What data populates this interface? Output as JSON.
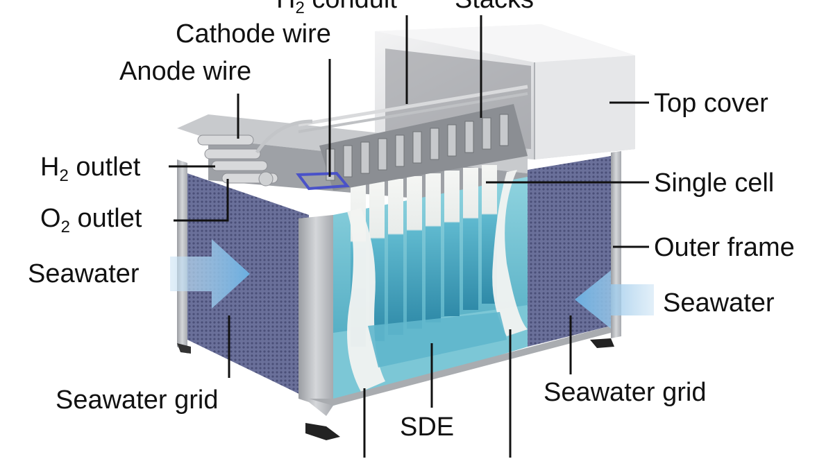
{
  "labels": {
    "h2_conduit": {
      "main": "H",
      "sub": "2",
      "rest": " conduit"
    },
    "stacks": "Stacks",
    "cathode_wire": "Cathode wire",
    "anode_wire": "Anode wire",
    "top_cover": "Top cover",
    "h2_outlet": {
      "main": "H",
      "sub": "2",
      "rest": " outlet"
    },
    "single_cell": "Single cell",
    "o2_outlet": {
      "main": "O",
      "sub": "2",
      "rest": " outlet"
    },
    "outer_frame": "Outer frame",
    "seawater_left": "Seawater",
    "seawater_right": "Seawater",
    "seawater_grid_left": "Seawater grid",
    "seawater_grid_right": "Seawater grid",
    "sde": "SDE"
  },
  "colors": {
    "frame": "#b9bcc0",
    "grid": "#5d6490",
    "water": "#6fc3d6",
    "membrane": "#f2f3f1",
    "arrow": "#8fc3e6",
    "leader": "#111111"
  }
}
